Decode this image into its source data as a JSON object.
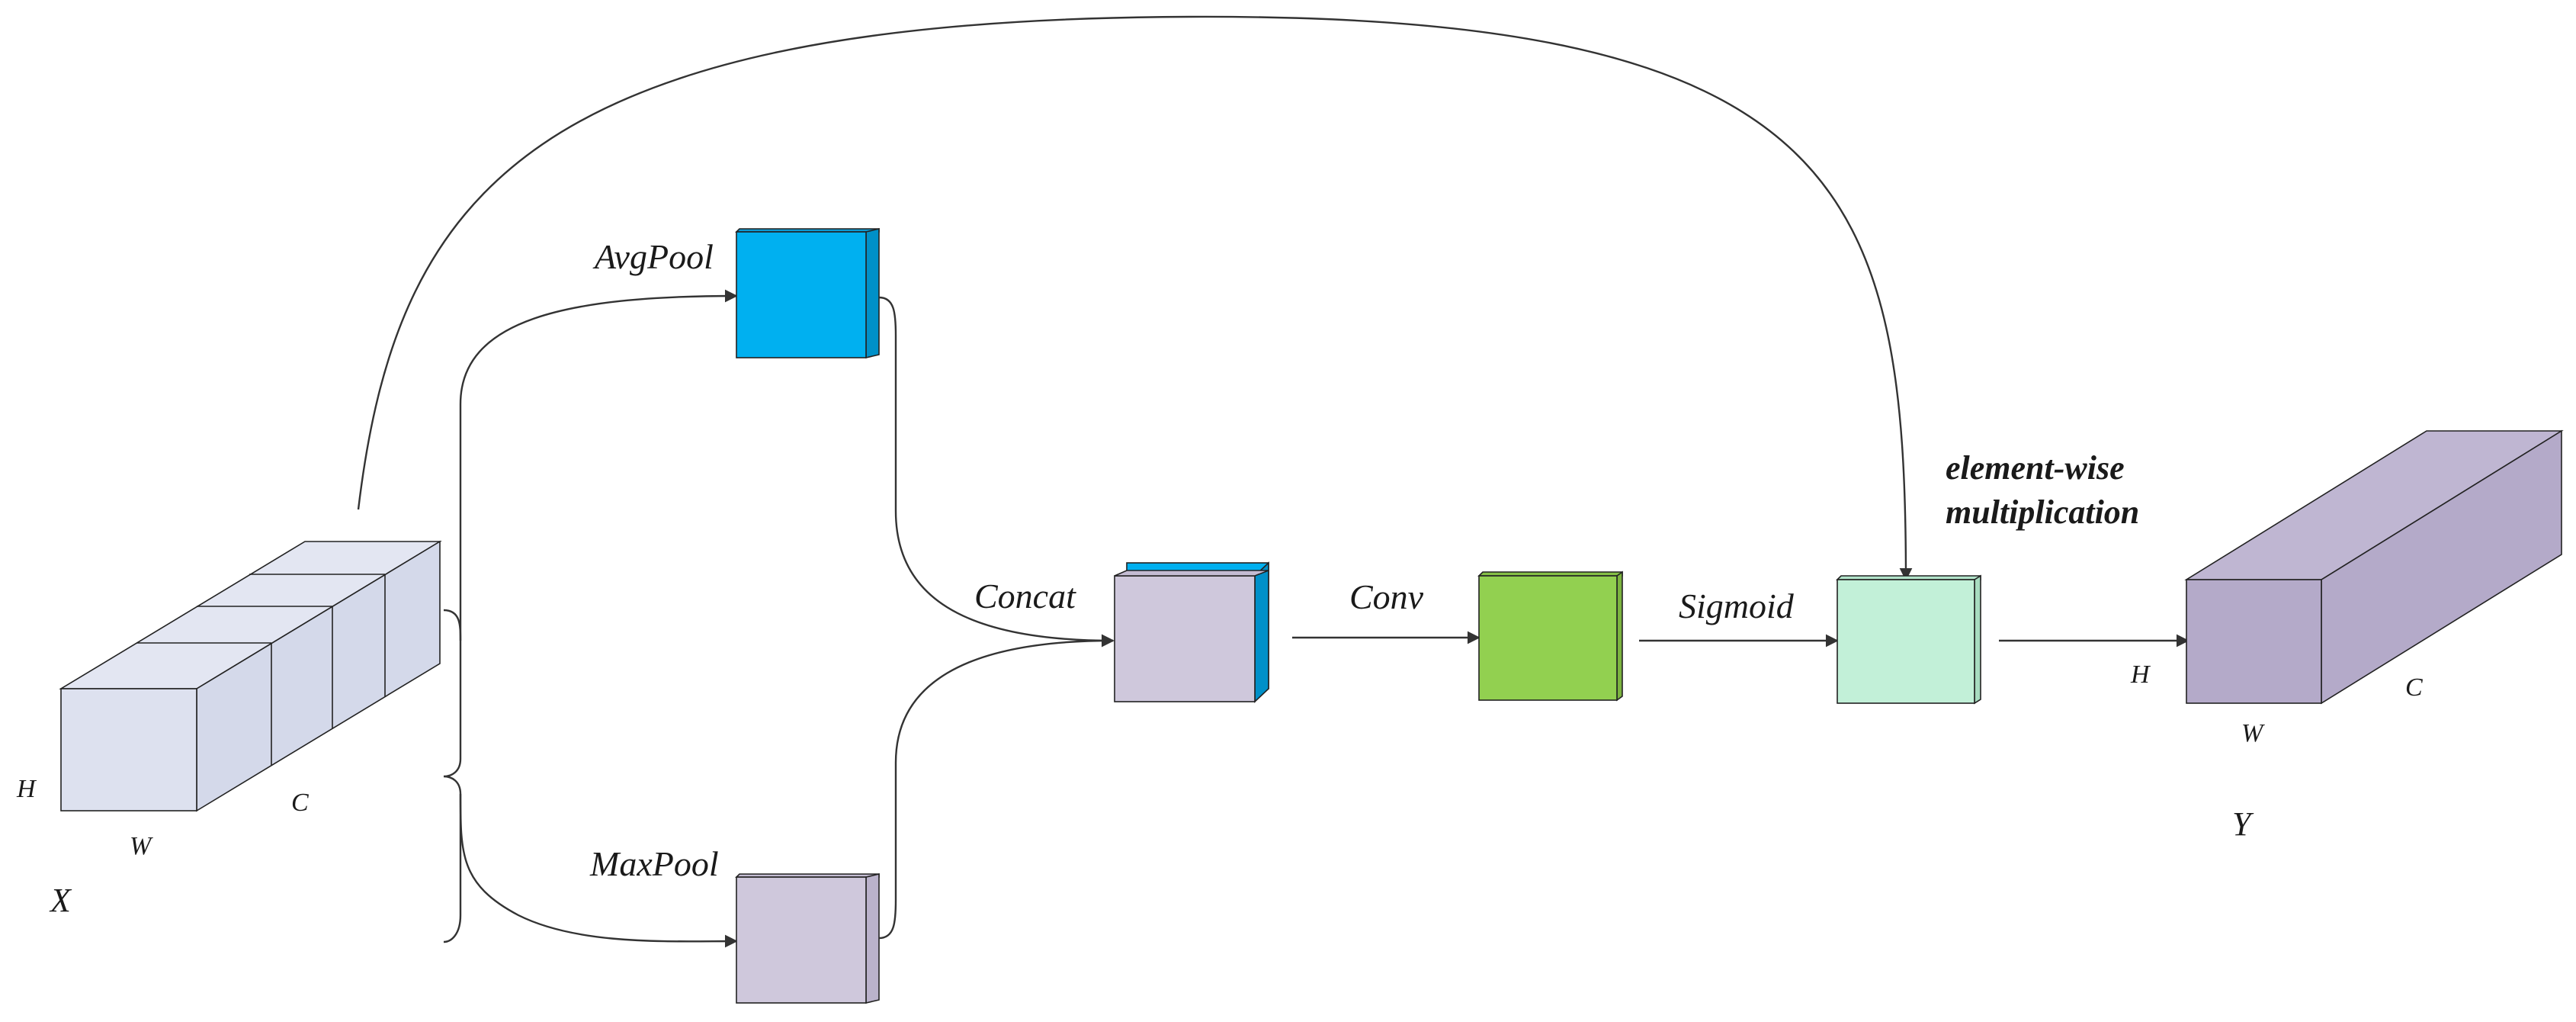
{
  "labels": {
    "avgpool": "AvgPool",
    "maxpool": "MaxPool",
    "concat": "Concat",
    "conv": "Conv",
    "sigmoid": "Sigmoid",
    "elementwise_line1": "element-wise",
    "elementwise_line2": "multiplication"
  },
  "input_tensor": {
    "name": "X",
    "h": "H",
    "w": "W",
    "c": "C"
  },
  "output_tensor": {
    "name": "Y",
    "h": "H",
    "w": "W",
    "c": "C"
  },
  "colors": {
    "input_tensor": "#dde1ef",
    "avgpool": "#00b0f0",
    "maxpool": "#cfc8dc",
    "concat_front": "#cfc8dc",
    "concat_back": "#00b0f0",
    "conv": "#92d050",
    "sigmoid": "#c2f0d8",
    "output_tensor": "#b4aac9"
  }
}
